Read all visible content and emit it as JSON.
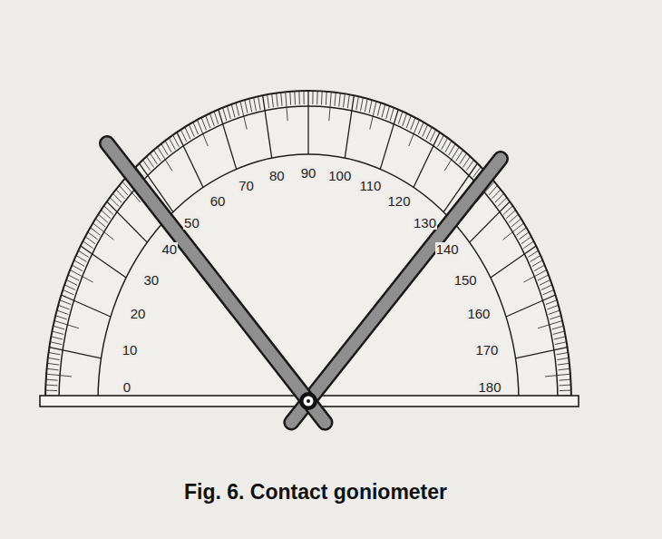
{
  "diagram": {
    "caption": "Fig. 6. Contact goniometer",
    "labels": [
      "0",
      "10",
      "20",
      "30",
      "40",
      "50",
      "60",
      "70",
      "80",
      "90",
      "100",
      "110",
      "120",
      "130",
      "140",
      "150",
      "160",
      "170",
      "180"
    ]
  }
}
